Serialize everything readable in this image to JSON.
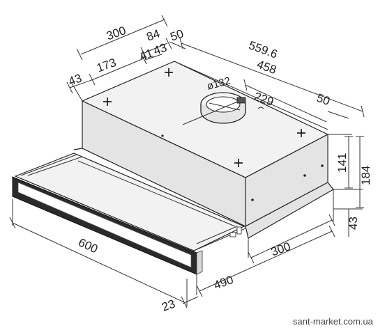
{
  "dimensions": {
    "d300_top": "300",
    "d84": "84",
    "d50_top": "50",
    "d559_6": "559.6",
    "d173": "173",
    "d41": "41",
    "d43_top": "43",
    "d458": "458",
    "d43_left": "43",
    "d132": "ø132",
    "d229": "229",
    "d50_right": "50",
    "d141": "141",
    "d184": "184",
    "d43_right": "43",
    "d300_bottom": "300",
    "d600": "600",
    "d490": "490",
    "d23": "23"
  },
  "watermark": "sant-market.com.ua",
  "colors": {
    "stroke": "#222222",
    "panel": "#e4e4e4",
    "handle": "#2a2a2a"
  }
}
